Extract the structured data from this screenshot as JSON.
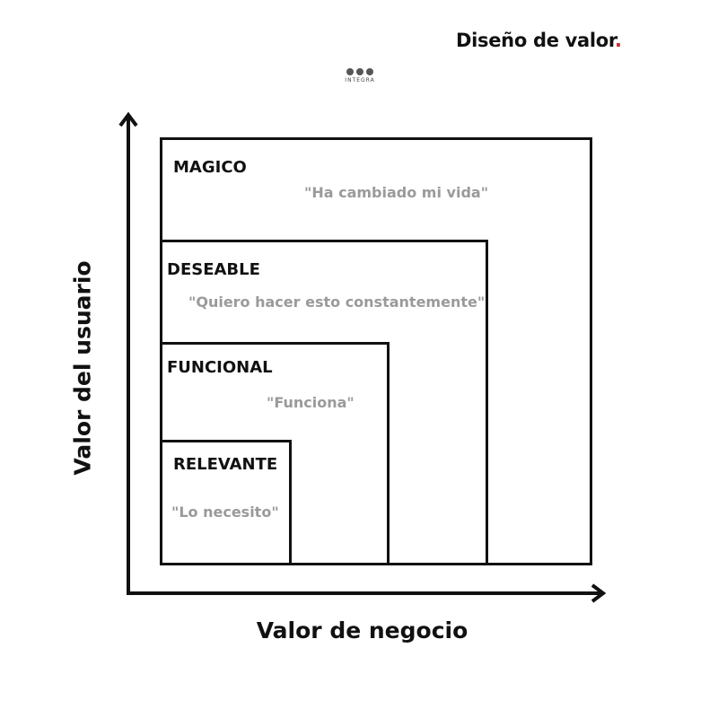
{
  "header": {
    "title": "Diseño de valor",
    "title_dot": "."
  },
  "logo": {
    "text": "INTEGRA",
    "icon": "three-dots-icon"
  },
  "axes": {
    "x_label": "Valor de negocio",
    "y_label": "Valor del usuario"
  },
  "levels": [
    {
      "name": "MAGICO",
      "quote": "\"Ha cambiado mi vida\""
    },
    {
      "name": "DESEABLE",
      "quote": "\"Quiero hacer esto constantemente\""
    },
    {
      "name": "FUNCIONAL",
      "quote": "\"Funciona\""
    },
    {
      "name": "RELEVANTE",
      "quote": "\"Lo necesito\""
    }
  ],
  "colors": {
    "accent_dot": "#d12b2b",
    "quote_text": "#9a9a9a",
    "line": "#111111"
  }
}
